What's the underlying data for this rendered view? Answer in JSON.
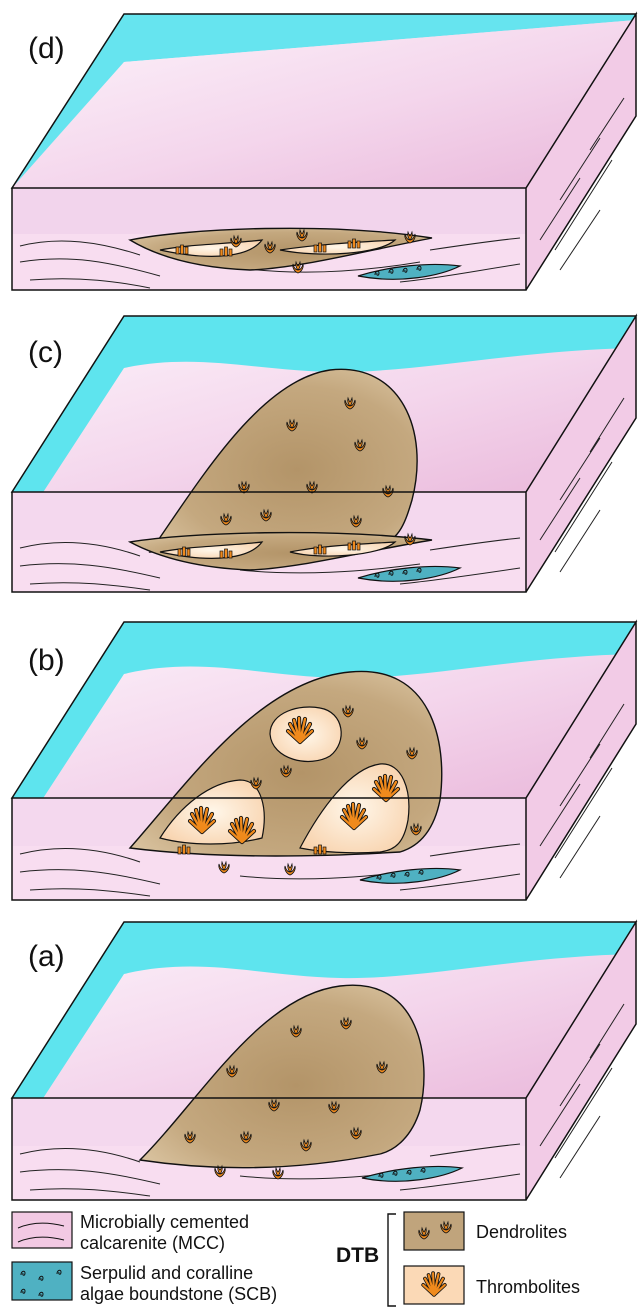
{
  "panels": [
    {
      "id": "d",
      "label": "(d)"
    },
    {
      "id": "c",
      "label": "(c)"
    },
    {
      "id": "b",
      "label": "(b)"
    },
    {
      "id": "a",
      "label": "(a)"
    }
  ],
  "legend": {
    "mcc_line1": "Microbially cemented",
    "mcc_line2": "calcarenite (MCC)",
    "scb_line1": "Serpulid and coralline",
    "scb_line2": "algae boundstone (SCB)",
    "dtb": "DTB",
    "dendrolites": "Dendrolites",
    "thrombolites": "Thrombolites"
  },
  "colors": {
    "water": "#5ee4ee",
    "sediment": "#f2c9e3",
    "surface": "#f7e2f2",
    "dendrolite": "#c0a47c",
    "thrombolite": "#fbd9b6",
    "scb": "#4fb1c2",
    "glyph": "#f08a1c",
    "outline": "#111111"
  }
}
